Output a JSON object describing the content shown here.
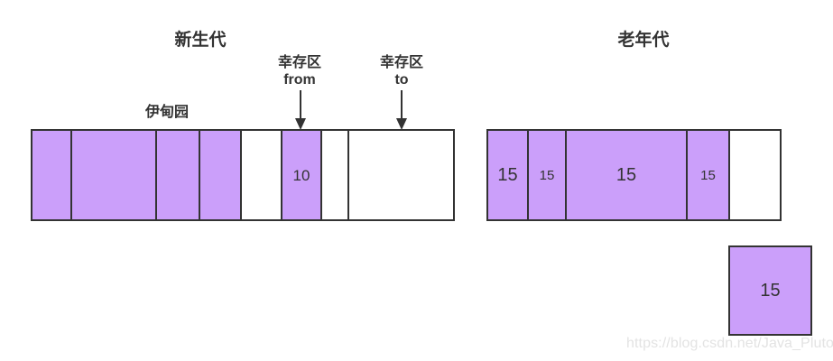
{
  "diagram": {
    "title_young": "新生代",
    "title_old": "老年代",
    "label_eden": "伊甸园",
    "label_survivor_from_line1": "幸存区",
    "label_survivor_from_line2": "from",
    "label_survivor_to_line1": "幸存区",
    "label_survivor_to_line2": "to"
  },
  "young_generation": {
    "name": "新生代",
    "cells": [
      {
        "filled": true,
        "value": "",
        "size": "normal"
      },
      {
        "filled": true,
        "value": "",
        "size": "normal"
      },
      {
        "filled": true,
        "value": "",
        "size": "normal"
      },
      {
        "filled": true,
        "value": "",
        "size": "normal"
      },
      {
        "filled": false,
        "value": "",
        "size": "normal"
      },
      {
        "filled": true,
        "value": "10",
        "size": "normal"
      },
      {
        "filled": false,
        "value": "",
        "size": "normal"
      },
      {
        "filled": false,
        "value": "",
        "size": "normal"
      }
    ]
  },
  "old_generation": {
    "name": "老年代",
    "cells": [
      {
        "filled": true,
        "value": "15",
        "size": "big"
      },
      {
        "filled": true,
        "value": "15",
        "size": "small"
      },
      {
        "filled": true,
        "value": "15",
        "size": "big"
      },
      {
        "filled": true,
        "value": "15",
        "size": "small"
      },
      {
        "filled": false,
        "value": "",
        "size": "normal"
      }
    ]
  },
  "promoted_object": {
    "value": "15"
  },
  "watermark": {
    "text": "https://blog.csdn.net/Java_Pluto"
  },
  "colors": {
    "fill": "#cb9ffa",
    "stroke": "#333333",
    "background": "#ffffff",
    "watermark": "#e3e3e3"
  }
}
